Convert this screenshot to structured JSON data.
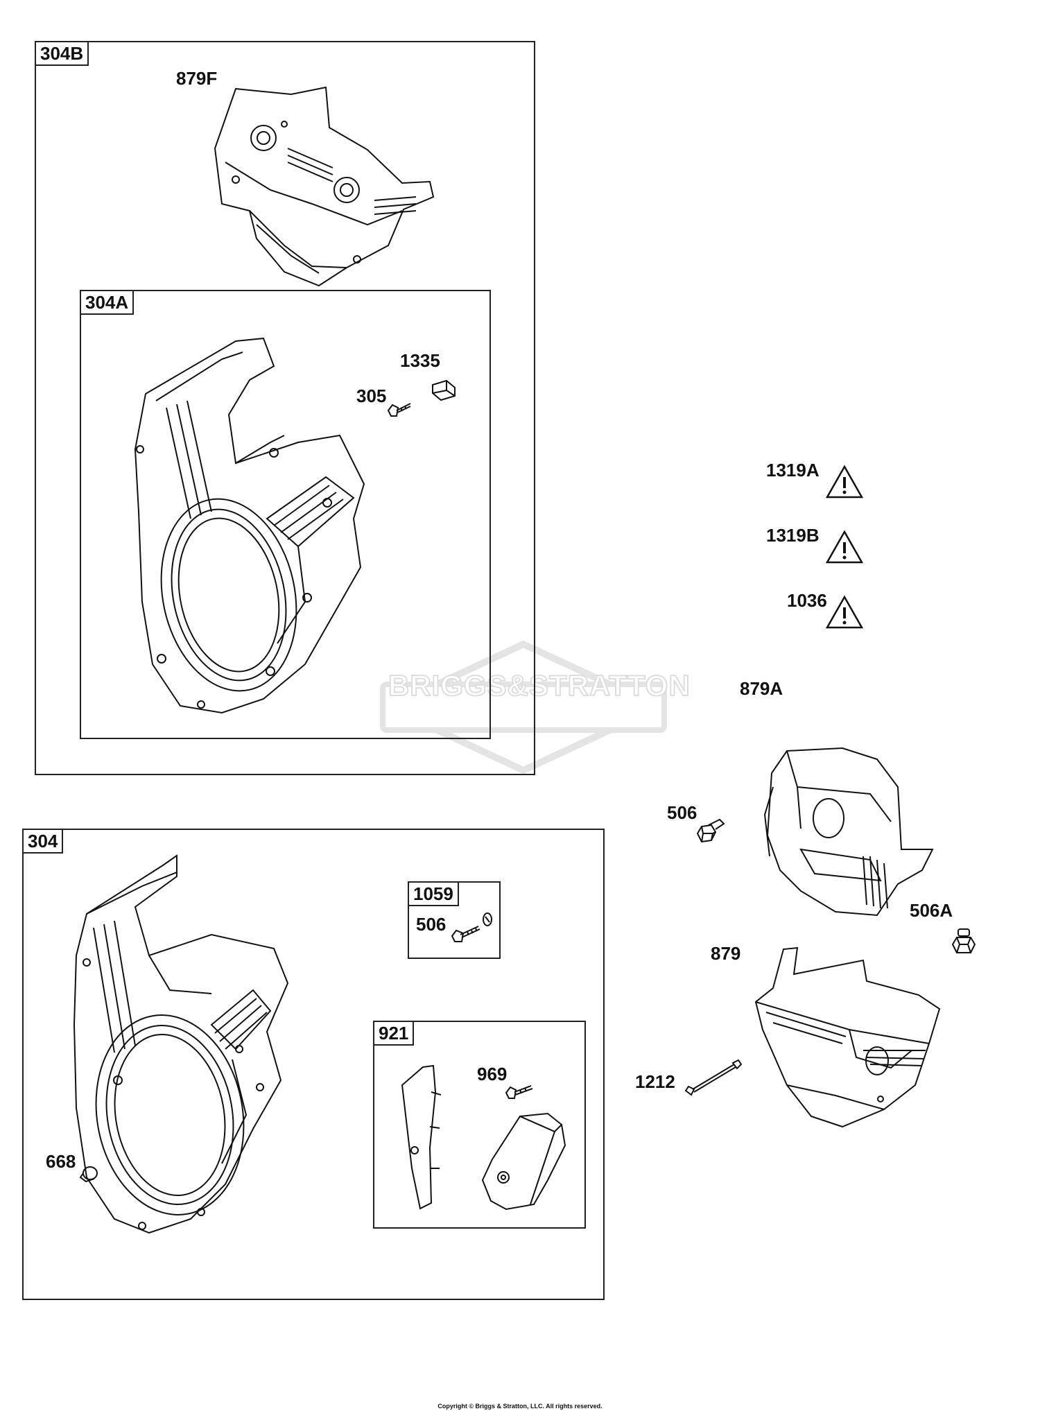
{
  "groups": {
    "g304B": "304B",
    "g304A": "304A",
    "g304": "304",
    "g1059": "1059",
    "g921": "921"
  },
  "parts": {
    "p879F": "879F",
    "p1335": "1335",
    "p305": "305",
    "p1319A": "1319A",
    "p1319B": "1319B",
    "p1036": "1036",
    "p879A": "879A",
    "p506": "506",
    "p506A": "506A",
    "p879": "879",
    "p1212": "1212",
    "p506_kit": "506",
    "p969": "969",
    "p668": "668"
  },
  "watermark": "BRIGGS&STRATTON",
  "copyright": "Copyright © Briggs & Stratton, LLC. All rights reserved."
}
